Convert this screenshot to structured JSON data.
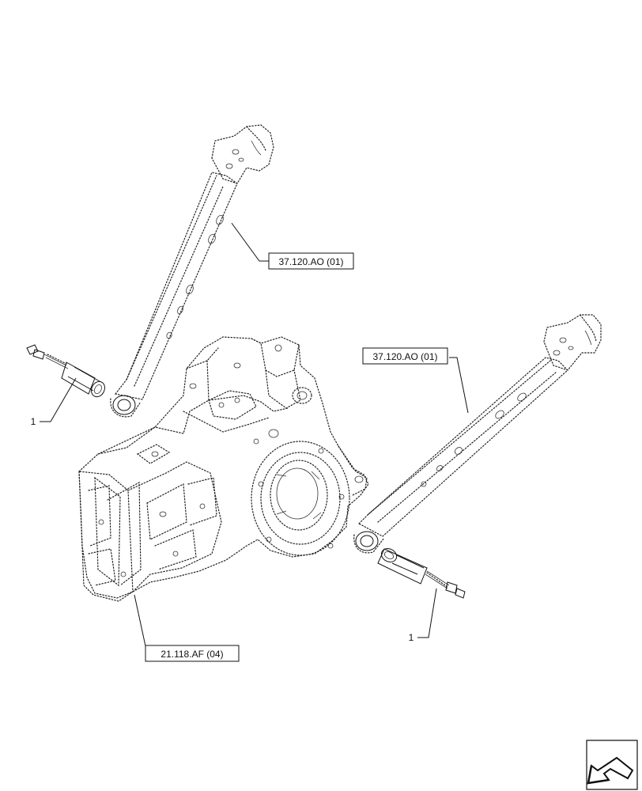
{
  "callouts": {
    "upper_link_ref": "37.120.AO (01)",
    "lower_link_ref": "37.120.AO (01)",
    "housing_ref": "21.118.AF (04)",
    "left_sensor_item": "1",
    "right_sensor_item": "1"
  },
  "nav": {
    "icon": "arrow-icon"
  }
}
